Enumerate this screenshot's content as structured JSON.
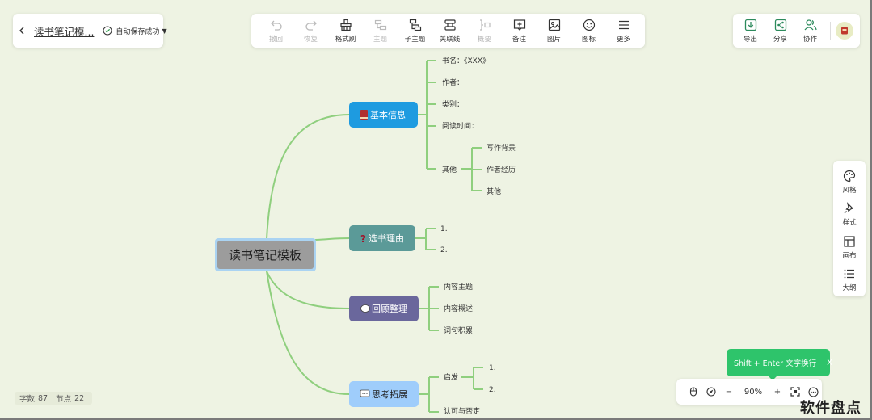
{
  "header": {
    "doc_title": "读书笔记模...",
    "save_status": "自动保存成功"
  },
  "toolbar": {
    "items": [
      {
        "label": "撤回",
        "icon": "undo-icon",
        "enabled": false
      },
      {
        "label": "恢复",
        "icon": "redo-icon",
        "enabled": false
      },
      {
        "label": "格式刷",
        "icon": "format-brush-icon",
        "enabled": true
      },
      {
        "label": "主题",
        "icon": "topic-icon",
        "enabled": false
      },
      {
        "label": "子主题",
        "icon": "subtopic-icon",
        "enabled": true
      },
      {
        "label": "关联线",
        "icon": "relation-line-icon",
        "enabled": true
      },
      {
        "label": "概要",
        "icon": "summary-icon",
        "enabled": false
      },
      {
        "label": "备注",
        "icon": "note-icon",
        "enabled": true
      },
      {
        "label": "图片",
        "icon": "image-icon",
        "enabled": true
      },
      {
        "label": "图标",
        "icon": "emoji-icon",
        "enabled": true
      },
      {
        "label": "更多",
        "icon": "more-icon",
        "enabled": true
      }
    ]
  },
  "top_right": {
    "export_label": "导出",
    "share_label": "分享",
    "collab_label": "协作"
  },
  "side_panel": {
    "style_label": "风格",
    "format_label": "样式",
    "canvas_label": "画布",
    "outline_label": "大纲"
  },
  "zoom": {
    "minus": "−",
    "value": "90%",
    "plus": "+"
  },
  "tooltip": {
    "text": "Shift + Enter 文字换行",
    "close": "X"
  },
  "counts": {
    "word_label": "字数",
    "word_count": "87",
    "node_label": "节点",
    "node_count": "22"
  },
  "watermark": "软件盘点",
  "mindmap": {
    "root": "读书笔记模板",
    "branches": [
      {
        "label": "基本信息",
        "icon": "book-icon",
        "color": "#1e9be0",
        "children": [
          {
            "label": "书名：《XXX》"
          },
          {
            "label": "作者："
          },
          {
            "label": "类别："
          },
          {
            "label": "阅读时间："
          },
          {
            "label": "其他",
            "children": [
              "写作背景",
              "作者经历",
              "其他"
            ]
          }
        ]
      },
      {
        "label": "选书理由",
        "icon": "question-icon",
        "color": "#5b9a98",
        "children": [
          {
            "label": "1."
          },
          {
            "label": "2."
          }
        ]
      },
      {
        "label": "回顾整理",
        "icon": "speech-bubble-icon",
        "color": "#6a679c",
        "children": [
          {
            "label": "内容主题"
          },
          {
            "label": "内容概述"
          },
          {
            "label": "词句积累"
          }
        ]
      },
      {
        "label": "思考拓展",
        "icon": "comment-icon",
        "color": "#9fcdfb",
        "children": [
          {
            "label": "启发",
            "children": [
              "1.",
              "2."
            ]
          },
          {
            "label": "认可与否定"
          }
        ]
      }
    ],
    "line_color": "#8fcf7e"
  }
}
